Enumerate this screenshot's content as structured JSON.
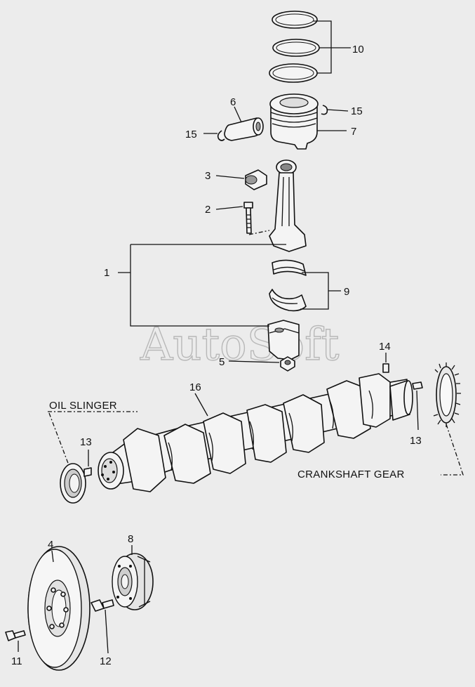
{
  "watermark": "AutoSoft",
  "callouts": {
    "c1": "1",
    "c2": "2",
    "c3": "3",
    "c4": "4",
    "c5": "5",
    "c6": "6",
    "c7": "7",
    "c8": "8",
    "c9": "9",
    "c10": "10",
    "c11": "11",
    "c12": "12",
    "c13a": "13",
    "c13b": "13",
    "c14": "14",
    "c15a": "15",
    "c15b": "15",
    "c16": "16"
  },
  "captions": {
    "oil_slinger": "OIL SLINGER",
    "crankshaft_gear": "CRANKSHAFT GEAR"
  }
}
